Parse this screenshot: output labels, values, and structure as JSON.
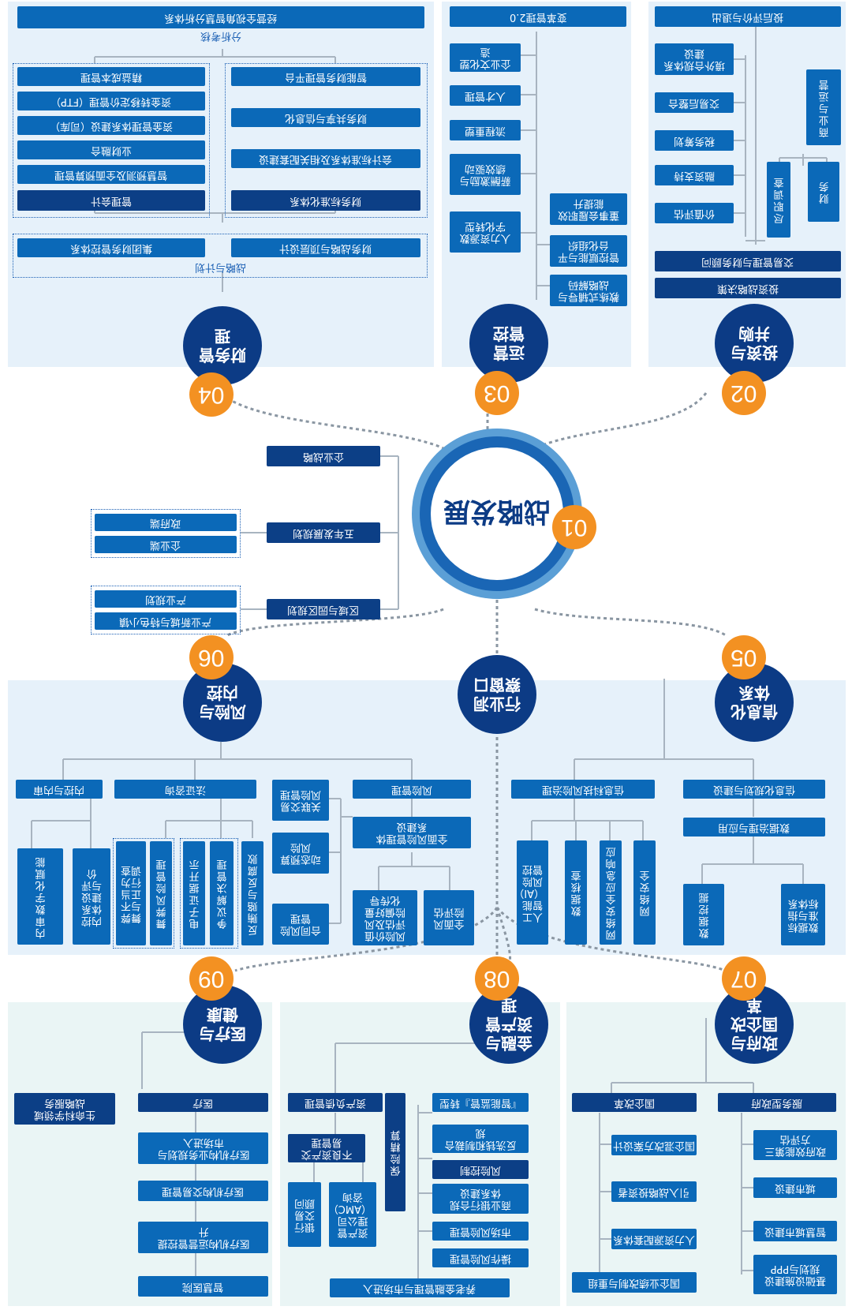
{
  "hub": {
    "title": "战略发展",
    "number": "01"
  },
  "strategy": {
    "items": [
      "企业战略",
      "五年发展规划",
      "区域与园区规划"
    ],
    "five_year_sub": [
      "政府端",
      "企业端"
    ],
    "park_sub": [
      "产业规划",
      "产业新城与特色小镇"
    ]
  },
  "observatory": {
    "label": "行业洞察窗口"
  },
  "finance": {
    "title": "财务管理",
    "number": "04",
    "top": "经营全视角智慧分析体系",
    "top_caption": "分析考核",
    "left": [
      "精益成本管理",
      "资金转移定价管理（FTP）",
      "资金管理体系建设（司库）",
      "业财融合",
      "智慧预测及全面预算管理",
      "管理会计"
    ],
    "right": [
      "智能财务管理平台",
      "财务共享与信息化",
      "会计标准体系及相关配套建设",
      "财务标准化体系"
    ],
    "bottom": [
      "集团财务管控体系",
      "财务战略与顶层设计"
    ],
    "bottom_caption": "战略与计划"
  },
  "operations": {
    "title": "运营管控",
    "number": "03",
    "top": "变革管理2.0",
    "left": [
      "企业文化塑造",
      "人才管理",
      "流程重塑",
      "薪酬激励与绩效驱动",
      "人力资源数字化转型"
    ],
    "right": [
      "董事会履职效能提升",
      "管控赋能与平台化组织",
      "教练式辅导与战略解码"
    ]
  },
  "investment": {
    "title": "投资与并购",
    "number": "02",
    "top": "投后评价与退出",
    "left": [
      "境外合规体系建设",
      "交易后整合",
      "税务筹划",
      "融资支持",
      "价值评估"
    ],
    "right_top": "商业与运营",
    "right_mid": [
      "尽职调查",
      "财务"
    ],
    "bottom": [
      "交易管理与财务顾问",
      "投资战略决策"
    ]
  },
  "info": {
    "title": "信息化体系",
    "number": "05",
    "left_head": "信息科技风险治理",
    "left_sub": [
      "人工智能（AI）风险管控",
      "数据核查",
      "网络安全应急响应",
      "网络安全"
    ],
    "right_head": "信息化规划与建设",
    "right_mid": "数据治理与应用",
    "right_sub": [
      "数据挖掘",
      "数据标准与指标体系"
    ]
  },
  "risk": {
    "title": "风险与内控",
    "number": "06",
    "internal_head": "内控与内审",
    "internal_sub": [
      "内审数字化赋能",
      "内控体系建设与评价"
    ],
    "legal_head": "法证咨询",
    "legal_sub": [
      "舞弊与不正当行为调查",
      "舞弊风险管理",
      "电子证据开示",
      "争议解决管理",
      "反贿赂与反腐败"
    ],
    "risk_head": "风险管理",
    "risk_mid": "全面风险管理体系建设",
    "risk_left": [
      "关联交易风险管理",
      "动态预算风险",
      "合同风险管理"
    ],
    "risk_bottom": [
      "风险价值评估及风险偏好量化传导",
      "全面风险评估"
    ]
  },
  "gov": {
    "title": "政府与国企改革",
    "number": "07",
    "left_head": "国企改革",
    "left": [
      "国企混改方案设计",
      "引入战略投资者",
      "人力资源配套体系",
      "国企业绩改制与重组"
    ],
    "right_head": "服务型政府",
    "right": [
      "政府效能第三方评估",
      "城市建设",
      "智慧城市建设",
      "基础设施建设规划与PPP"
    ]
  },
  "fin_asset": {
    "title": "金融与资产管理",
    "number": "08",
    "left_head": "资产负债管理",
    "left_mid": "不良资产交易管理",
    "left_sub": [
      "银行交易顾问",
      "资产管理公司（AMC）咨询"
    ],
    "center": "保险精算",
    "right": [
      "『智能监管』转型",
      "反洗钱和制裁合规",
      "风险控制",
      "商业银行合规体系建设",
      "市场风险管理",
      "操作风险管理"
    ],
    "bottom": "养老金融管理与市场进入"
  },
  "health": {
    "title": "医疗与健康",
    "number": "09",
    "left_head": "生命科学领域战略服务",
    "right_head": "医疗",
    "right": [
      "医疗机构业务规划与市场进入",
      "医疗机构交易管理",
      "医疗机构运营管控提升",
      "智慧医院"
    ]
  }
}
